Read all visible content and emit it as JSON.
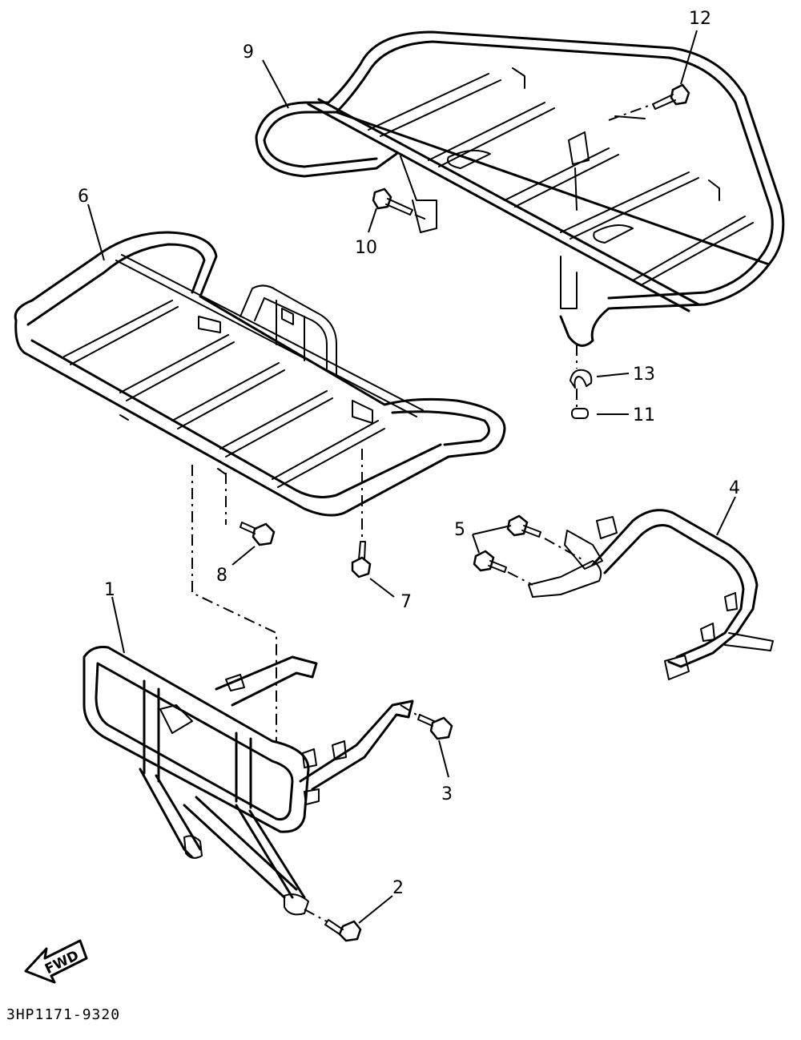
{
  "diagram": {
    "drawing_number": "3HP1171-9320",
    "direction_arrow": "FWD",
    "callouts": [
      "1",
      "2",
      "3",
      "4",
      "5",
      "6",
      "7",
      "8",
      "9",
      "10",
      "11",
      "12",
      "13"
    ]
  }
}
